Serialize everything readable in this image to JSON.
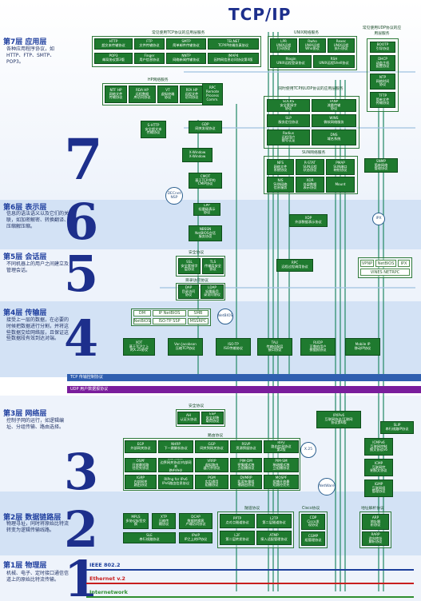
{
  "title": "TCP/IP",
  "layers": [
    {
      "title": "第7层  应用层",
      "desc": "各种应用程序协议，如HTTP、FTP、SMTP、POP3。",
      "digit": "7"
    },
    {
      "title": "第6层  表示层",
      "desc": "信息的语法语义以及它们的关联，如加密解密、转换翻译、压缩解压缩。",
      "digit": "6"
    },
    {
      "title": "第5层  会话层",
      "desc": "不同机器上的用户之间建立及管理会话。",
      "digit": "5"
    },
    {
      "title": "第4层  传输层",
      "desc": "接受上一层的数据，在必要的时候把数据进行分割，并将这些数据交给网络层，且保证这些数据段有效到达对端。",
      "digit": "4"
    },
    {
      "title": "第3层  网络层",
      "desc": "控制子网的运行，如逻辑编址、分组传输、路由选择。",
      "digit": "3"
    },
    {
      "title": "第2层  数据链路层",
      "desc": "物理寻址，同时将原始比特流转变为逻辑传输线路。",
      "digit": "2"
    },
    {
      "title": "第1层  物理层",
      "desc": "机械、电子、定时接口通信信道上的原始比特流传输。",
      "digit": "1"
    }
  ],
  "group_labels": {
    "tcp_apps": "常见使用TCP协议的应用层服务",
    "unix": "UNIX网络服务",
    "udp_apps": "常见使用UDP协议的应用层服务",
    "hp": "HP网络服务",
    "tcp_udp": "同时使用TCP和UDP协议的应用层服务",
    "sun": "SUN网络服务",
    "security": "安全协议",
    "directory": "目录访问协议",
    "tcp_line": "TCP 传输控制协议",
    "udp_line": "UDP 用户数据报协议",
    "security3": "安全协议",
    "routing": "路由协议",
    "tunnel": "隧道协议",
    "cisco": "Cisco协议",
    "addr": "地址解析协议"
  },
  "boxes": {
    "http": "HTTP\n超文本传输协议",
    "ftp": "FTP\n文件传输协议",
    "smtp": "SMTP\n简单邮件传输协议",
    "telnet": "TELNET\nTCP/IP终端仿真协议",
    "pop3": "POP3\n邮局协议第3版",
    "finger": "Finger\n用户信息协议",
    "nntp": "NNTP\n网络新闻传输协议",
    "imap4": "IMAP4\n因特网信息访问协议第4版",
    "lpr": "LPR\nUNIX远程\n打印协议",
    "rwho": "Rwho\nUNIX远程\nWho协议",
    "rexec": "Rexec\nUNIX远程\n执行协议",
    "rlogin": "Rlogin\nUNIX远程登录协议",
    "rsh": "RSH\nUNIX远程Shell协议",
    "bootp": "BOOTP\n引导协议",
    "dhcp": "DHCP\n动态主机\n配置协议",
    "ntp": "NTP\n网络时间\n协议",
    "tftp": "TFTP\n简单文件\n传输协议",
    "ntf": "NTF HP\n网络文件\n传输协议",
    "rda": "RDA HP\n远程数据\n库访问协议",
    "vt": "VT\n虚拟终端\n协议",
    "rfa": "RFA HP\n远程文件\n访问协议",
    "rpc_top": "RPC\nRemote\nProcess\nComm.",
    "socks": "SOCKS\n安全套接字\n协议",
    "fanp": "FANP\n流量传输\n协议",
    "slp": "SLP\n服务定位协议",
    "wins": "WINS\n微软网络服务",
    "radius": "Radius\n远程用户\n拨号认证",
    "dns": "DNS\n域名系统",
    "shttp": "S-HTTP\n安全超文本\n传输协议",
    "gdp": "GDP\n网关发现协议",
    "xwindow": "X-Window\nX-Window",
    "nfs": "NFS\n网络文件\n系统协议",
    "rstat": "R-STAT\nSUN远程\n状态协议",
    "pmap": "PMAP\nSUN端口\n映射协议",
    "nis": "NIS\nSUN网络\n信息服务",
    "xdr_sun": "XDR\n外部数据\n表示协议",
    "mount": "Mount",
    "snmp": "SNMP\n简单网络\n管理协议",
    "cmot": "CMOT\n基于TCP/IP的\nCMIP协议",
    "lpp": "LPP\n轻量级表示\n协议",
    "nbssn": "NBSSN\nNetBIOS会话\n服务协议",
    "xdp": "XDP\n外部数据表示协议",
    "ssl": "SSL\n安全套接字\n层协议",
    "tls": "TLS\n传输层安全\n协议",
    "rpc_mid": "RPC\n远程过程调用协议",
    "dap": "DAP\n目录访问\n协议",
    "ldap": "LDAP\n轻量级目\n录访问协议",
    "xot": "XOT\n基于TCP之上\n的X.25协议",
    "vanjac": "Van Jacobson\n压缩TCP协议",
    "isotp": "ISO-TP\nISO传输协议",
    "tali": "TALI\n传输适配层\n接口协议",
    "rudp": "RUDP\n可靠的用户\n数据报协议",
    "mobileip": "Mobile IP\n移动IP协议",
    "ah": "AH\n认证头协议",
    "esp": "ESP\n安全封装\n载荷协议",
    "ipipv6": "IP/IPv6\n互联网协议/互联网\n协议第6版",
    "slip": "SLIP\n串行线路IP协议",
    "egp": "EGP\n外部网关协议",
    "nhrp": "NHRP\n下一跳解析协议",
    "ggp": "GGP\n网关到网关协议",
    "rsvp": "RSVP\n资源预留协议",
    "rip2": "RIP2\n路由信息协议\n第2版",
    "ospf": "OSPF\n开放最短路\n径优先协议",
    "bigrp": "BGP/IGRP\n边界网关协议/内部网关\n路由协议",
    "vrrp": "VRRP\n虚拟路由\n器冗余协议",
    "pimdm": "PIM-DM\n密集模式独\n立组播协议",
    "pimsm": "PIM-SM\n稀疏模式独\n立组播协议",
    "igrp": "IGRP\n内部网关\n路由协议",
    "ripng": "RIPng for IPv6\nIPv6路由信息协议",
    "pgm": "PGM\n实用通用\n组播协议",
    "dvmrp": "DVMRP\n距离矢量组\n播路由协议",
    "mospf": "MOSPF\n组播开放最\n短路径优先",
    "icmpv6": "ICMPv6\n互联网控制\n报文协议v6",
    "icmp": "ICMP\n互联网控\n制报文协议",
    "igmp": "IGMP\n互联网组\n管理协议",
    "mpls": "MPLS\n多协议标签交换",
    "xtp": "XTP\n压缩传\n输协议",
    "dcap": "DCAP\n数据转换客\n户端访问协议",
    "sli": "SLE\n串行线路协议",
    "ipoip": "IPoIP\nIP之上的IP协议",
    "pptp": "PPTP\n点对点隧道协议",
    "l2tp": "L2TP\n第二层隧道协议",
    "l2f": "L2F\n第二层转发协议",
    "atmp": "ATMP\n接入适配管理协议",
    "cdp": "CDP\nCisco发\n现协议",
    "cgmp": "CGMP\n组管理协议",
    "arp": "ARP\n地址解\n析协议",
    "rarp": "RARP\n逆向地址\n解析协议"
  },
  "circles": {
    "decnet": "DECnet\nNSP",
    "ipx_app": "IPX",
    "netbios4": "NetBIOS",
    "x25": "X.25",
    "netware": "NetWare"
  },
  "netbios_row": {
    "dm": "DM",
    "ipnetbios": "IP NetBIOS",
    "smb": "SMB",
    "netbios": "NetBIOS",
    "isotpssp": "ISO-TP SSP",
    "mssrpc": "MSSRPC"
  },
  "vines_row": {
    "vpnp": "VPNP",
    "nbnetbios": "NetBIOS",
    "ipx": "IPX",
    "vines": "VINES NETRPC"
  },
  "link_layer": {
    "ieee": "IEEE 802.2",
    "ethernet": "Ethernet v.2",
    "internetwork": "Internetwork"
  },
  "colors": {
    "title": "#1d2f8c",
    "box": "#1f7a2f",
    "band_light": "#e8f0fb",
    "band_dark": "#cfdff4",
    "tcp_bar": "#2f5fb0",
    "udp_bar": "#7a1d9c",
    "ieee": "#1d3f9c",
    "ethernet": "#c81e1e",
    "internetwork": "#2f8f2f"
  }
}
